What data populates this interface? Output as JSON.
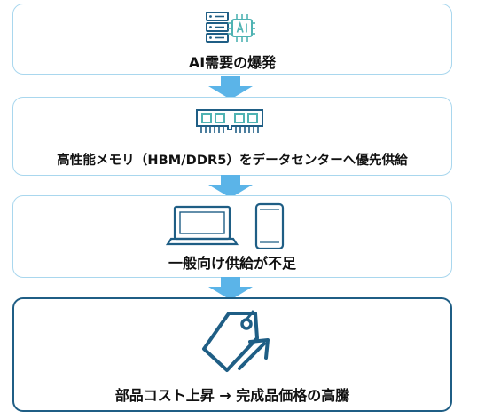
{
  "steps": [
    {
      "label": "AI需要の爆発",
      "icon": "ai-chip-server-icon"
    },
    {
      "label": "高性能メモリ（HBM/DDR5）をデータセンターへ優先供給",
      "icon": "memory-module-icon"
    },
    {
      "label": "一般向け供給が不足",
      "icon": "laptop-smartphone-icon"
    },
    {
      "label": "部品コスト上昇 → 完成品価格の高騰",
      "icon": "price-tag-up-arrow-icon"
    }
  ],
  "colors": {
    "box_border": "#a9d7ee",
    "final_box_border": "#1f5e85",
    "arrow": "#5bb4e8",
    "icon_stroke": "#1f5e85",
    "icon_accent": "#4fb3b3"
  }
}
